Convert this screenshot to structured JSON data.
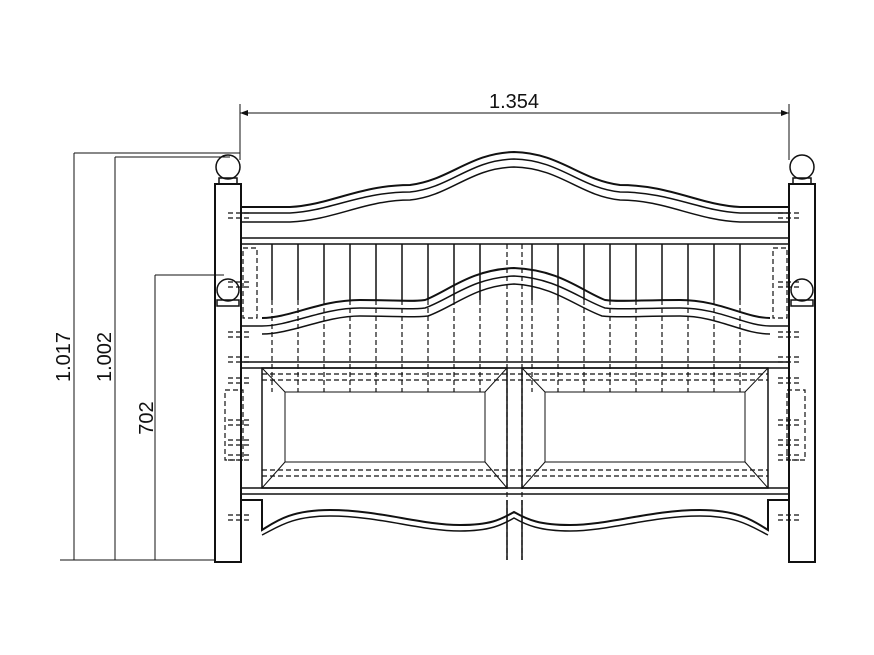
{
  "dimensions": {
    "overall_width": "1.354",
    "overall_height": "1.017",
    "frame_height": "1.002",
    "seat_height": "702"
  },
  "colors": {
    "line": "#111111",
    "background": "#ffffff"
  }
}
